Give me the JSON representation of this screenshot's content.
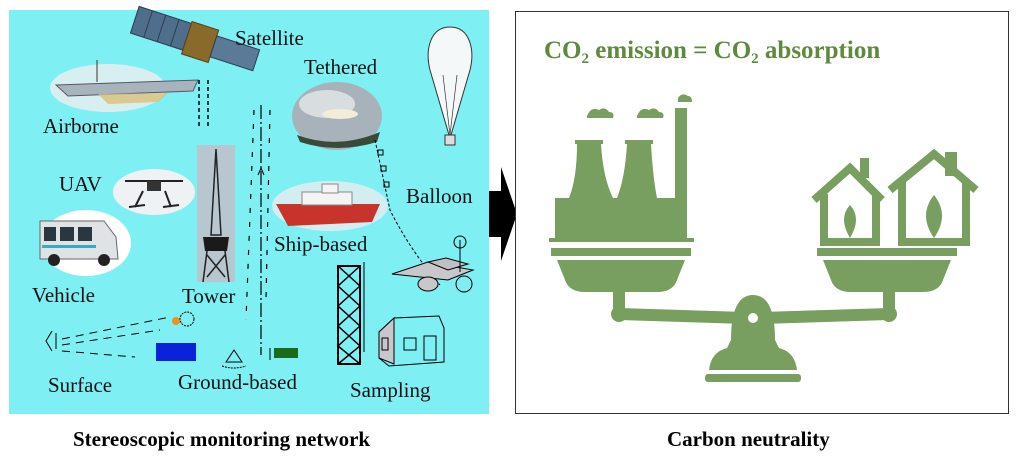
{
  "left_panel": {
    "caption": "Stereoscopic monitoring network",
    "labels": {
      "satellite": "Satellite",
      "tethered": "Tethered",
      "airborne": "Airborne",
      "uav": "UAV",
      "balloon": "Balloon",
      "vehicle": "Vehicle",
      "tower": "Tower",
      "ship": "Ship-based",
      "surface": "Surface",
      "ground": "Ground-based",
      "sampling": "Sampling"
    }
  },
  "right_panel": {
    "caption": "Carbon neutrality",
    "equation": {
      "left_a": "CO",
      "left_sub": "2",
      "middle": " emission = CO",
      "right_sub": "2",
      "right": " absorption"
    }
  },
  "colors": {
    "panel_bg": "#7ef0f4",
    "green": "#789f60",
    "title_green": "#5f8a3d"
  }
}
